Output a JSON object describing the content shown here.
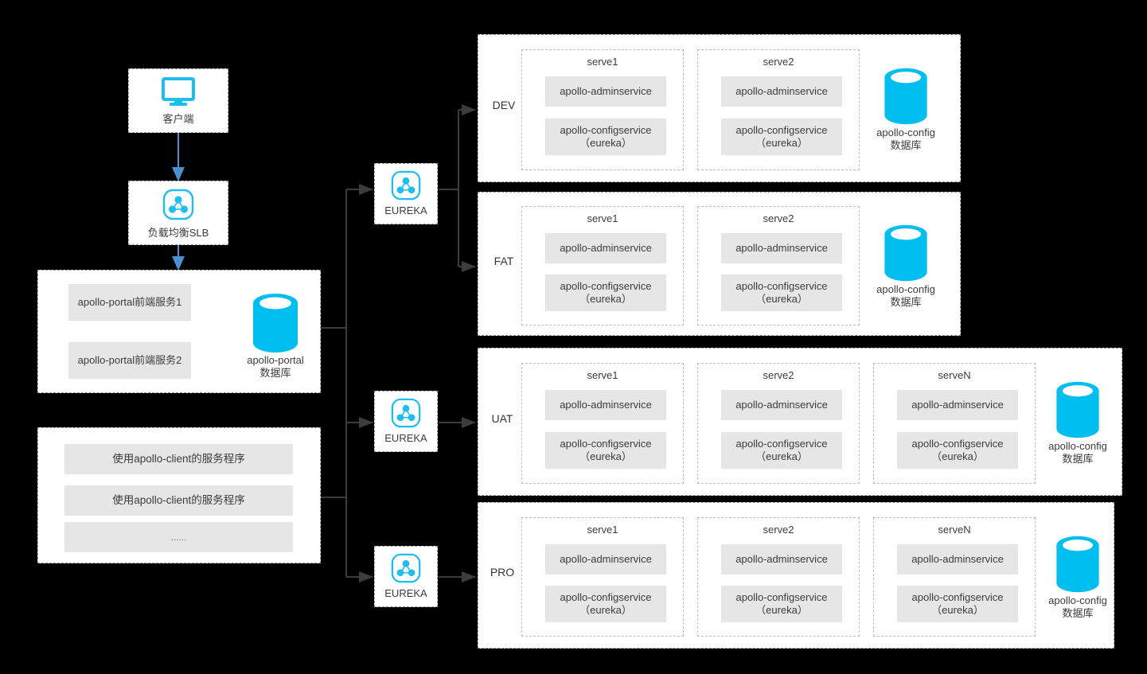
{
  "colors": {
    "accent_cyan": "#1FBEF0",
    "db_cyan": "#00BFF0",
    "blue_arrow": "#4A90D2",
    "connector_gray": "#3c3c3c",
    "service_bg": "#E6E6E6",
    "panel_border": "#9b9b9b",
    "group_border": "#bdbdbd"
  },
  "client": {
    "label": "客户端",
    "icon": "monitor-icon"
  },
  "slb": {
    "label": "负载均衡SLB",
    "icon": "eureka-node-icon"
  },
  "portal": {
    "services": [
      "apollo-portal前端服务1",
      "apollo-portal前端服务2"
    ],
    "database": {
      "name": "apollo-portal",
      "sub": "数据库"
    }
  },
  "client_apps": {
    "items": [
      "使用apollo-client的服务程序",
      "使用apollo-client的服务程序",
      "......"
    ]
  },
  "eureka_nodes": [
    {
      "label": "EUREKA"
    },
    {
      "label": "EUREKA"
    },
    {
      "label": "EUREKA"
    }
  ],
  "environments": [
    {
      "name": "DEV",
      "servers": [
        {
          "title": "serve1",
          "services": [
            "apollo-adminservice",
            "apollo-configservice\n（eureka）"
          ]
        },
        {
          "title": "serve2",
          "services": [
            "apollo-adminservice",
            "apollo-configservice\n（eureka）"
          ]
        }
      ],
      "database": {
        "name": "apollo-config",
        "sub": "数据库"
      }
    },
    {
      "name": "FAT",
      "servers": [
        {
          "title": "serve1",
          "services": [
            "apollo-adminservice",
            "apollo-configservice\n（eureka）"
          ]
        },
        {
          "title": "serve2",
          "services": [
            "apollo-adminservice",
            "apollo-configservice\n（eureka）"
          ]
        }
      ],
      "database": {
        "name": "apollo-config",
        "sub": "数据库"
      }
    },
    {
      "name": "UAT",
      "servers": [
        {
          "title": "serve1",
          "services": [
            "apollo-adminservice",
            "apollo-configservice\n（eureka）"
          ]
        },
        {
          "title": "serve2",
          "services": [
            "apollo-adminservice",
            "apollo-configservice\n（eureka）"
          ]
        },
        {
          "title": "serveN",
          "services": [
            "apollo-adminservice",
            "apollo-configservice\n（eureka）"
          ]
        }
      ],
      "database": {
        "name": "apollo-config",
        "sub": "数据库"
      }
    },
    {
      "name": "PRO",
      "servers": [
        {
          "title": "serve1",
          "services": [
            "apollo-adminservice",
            "apollo-configservice\n（eureka）"
          ]
        },
        {
          "title": "serve2",
          "services": [
            "apollo-adminservice",
            "apollo-configservice\n（eureka）"
          ]
        },
        {
          "title": "serveN",
          "services": [
            "apollo-adminservice",
            "apollo-configservice\n（eureka）"
          ]
        }
      ],
      "database": {
        "name": "apollo-config",
        "sub": "数据库"
      }
    }
  ]
}
